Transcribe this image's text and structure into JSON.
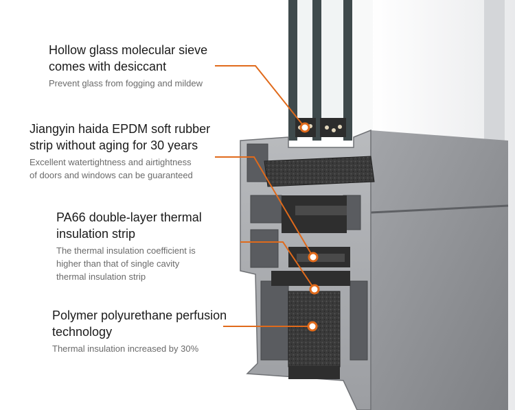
{
  "callouts": [
    {
      "title": "Hollow glass molecular sieve\ncomes with desiccant",
      "desc": "Prevent glass from fogging and mildew"
    },
    {
      "title": "Jiangyin haida EPDM soft rubber\nstrip without aging for 30 years",
      "desc": "Excellent watertightness and airtightness\nof doors and windows can be guaranteed"
    },
    {
      "title": "PA66 double-layer thermal\ninsulation strip",
      "desc": "The thermal insulation coefficient is\nhigher than that of single cavity\nthermal insulation strip"
    },
    {
      "title": "Polymer polyurethane perfusion\ntechnology",
      "desc": "Thermal insulation increased by 30%"
    }
  ],
  "colors": {
    "accent": "#e06a1b",
    "profile": "#8e9094",
    "foam": "#2e2e2e",
    "glass": "#3f4a4c"
  }
}
